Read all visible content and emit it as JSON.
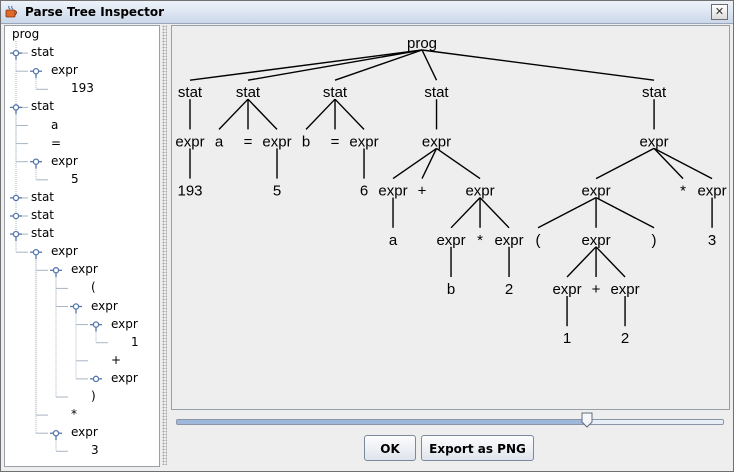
{
  "window": {
    "title": "Parse Tree Inspector",
    "close_label": "✕"
  },
  "tree_list": [
    {
      "label": "prog",
      "depth": 0,
      "handle": false
    },
    {
      "label": "stat",
      "depth": 0,
      "handle": true
    },
    {
      "label": "expr",
      "depth": 1,
      "handle": true
    },
    {
      "label": "193",
      "depth": 2,
      "handle": false
    },
    {
      "label": "stat",
      "depth": 0,
      "handle": true
    },
    {
      "label": "a",
      "depth": 1,
      "handle": false
    },
    {
      "label": "=",
      "depth": 1,
      "handle": false
    },
    {
      "label": "expr",
      "depth": 1,
      "handle": true
    },
    {
      "label": "5",
      "depth": 2,
      "handle": false
    },
    {
      "label": "stat",
      "depth": 0,
      "handle": true,
      "collapsed": true
    },
    {
      "label": "stat",
      "depth": 0,
      "handle": true,
      "collapsed": true
    },
    {
      "label": "stat",
      "depth": 0,
      "handle": true
    },
    {
      "label": "expr",
      "depth": 1,
      "handle": true
    },
    {
      "label": "expr",
      "depth": 2,
      "handle": true
    },
    {
      "label": "(",
      "depth": 3,
      "handle": false
    },
    {
      "label": "expr",
      "depth": 3,
      "handle": true
    },
    {
      "label": "expr",
      "depth": 4,
      "handle": true
    },
    {
      "label": "1",
      "depth": 5,
      "handle": false
    },
    {
      "label": "+",
      "depth": 4,
      "handle": false
    },
    {
      "label": "expr",
      "depth": 4,
      "handle": true,
      "collapsed": true
    },
    {
      "label": ")",
      "depth": 3,
      "handle": false
    },
    {
      "label": "*",
      "depth": 2,
      "handle": false
    },
    {
      "label": "expr",
      "depth": 2,
      "handle": true
    },
    {
      "label": "3",
      "depth": 3,
      "handle": false
    }
  ],
  "parse_tree": {
    "label": "prog",
    "children": [
      {
        "label": "stat",
        "children": [
          {
            "label": "expr",
            "children": [
              {
                "label": "193"
              }
            ]
          }
        ]
      },
      {
        "label": "stat",
        "children": [
          {
            "label": "a"
          },
          {
            "label": "="
          },
          {
            "label": "expr",
            "children": [
              {
                "label": "5"
              }
            ]
          }
        ]
      },
      {
        "label": "stat",
        "children": [
          {
            "label": "b"
          },
          {
            "label": "="
          },
          {
            "label": "expr",
            "children": [
              {
                "label": "6"
              }
            ]
          }
        ]
      },
      {
        "label": "stat",
        "children": [
          {
            "label": "expr",
            "children": [
              {
                "label": "expr",
                "children": [
                  {
                    "label": "a"
                  }
                ]
              },
              {
                "label": "+"
              },
              {
                "label": "expr",
                "children": [
                  {
                    "label": "expr",
                    "children": [
                      {
                        "label": "b"
                      }
                    ]
                  },
                  {
                    "label": "*"
                  },
                  {
                    "label": "expr",
                    "children": [
                      {
                        "label": "2"
                      }
                    ]
                  }
                ]
              }
            ]
          }
        ]
      },
      {
        "label": "stat",
        "children": [
          {
            "label": "expr",
            "children": [
              {
                "label": "expr",
                "children": [
                  {
                    "label": "("
                  },
                  {
                    "label": "expr",
                    "children": [
                      {
                        "label": "expr",
                        "children": [
                          {
                            "label": "1"
                          }
                        ]
                      },
                      {
                        "label": "+"
                      },
                      {
                        "label": "expr",
                        "children": [
                          {
                            "label": "2"
                          }
                        ]
                      }
                    ]
                  },
                  {
                    "label": ")"
                  }
                ]
              },
              {
                "label": "*"
              },
              {
                "label": "expr",
                "children": [
                  {
                    "label": "3"
                  }
                ]
              }
            ]
          }
        ]
      }
    ]
  },
  "zoom_slider": {
    "value": 0.75
  },
  "buttons": {
    "ok": "OK",
    "export": "Export as PNG"
  },
  "colors": {
    "accent": "#9fb7d8",
    "handle": "#5577aa",
    "tree_line": "#a8b4c4"
  }
}
